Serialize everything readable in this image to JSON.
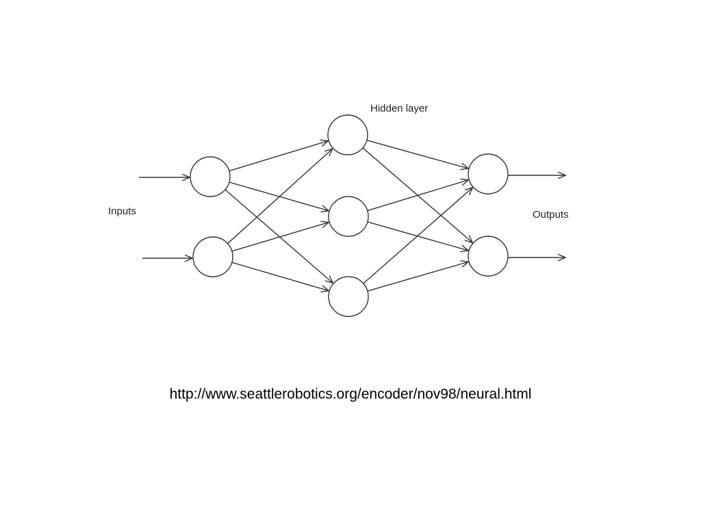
{
  "diagram": {
    "labels": {
      "hidden": "Hidden layer",
      "inputs": "Inputs",
      "outputs": "Outputs"
    },
    "layers": [
      {
        "id": "input",
        "nodes": 2
      },
      {
        "id": "hidden",
        "nodes": 3
      },
      {
        "id": "output",
        "nodes": 2
      }
    ],
    "connections": "fully-connected",
    "line_color": "#333333"
  },
  "caption": {
    "url": "http://www.seattlerobotics.org/encoder/nov98/neural.html"
  }
}
